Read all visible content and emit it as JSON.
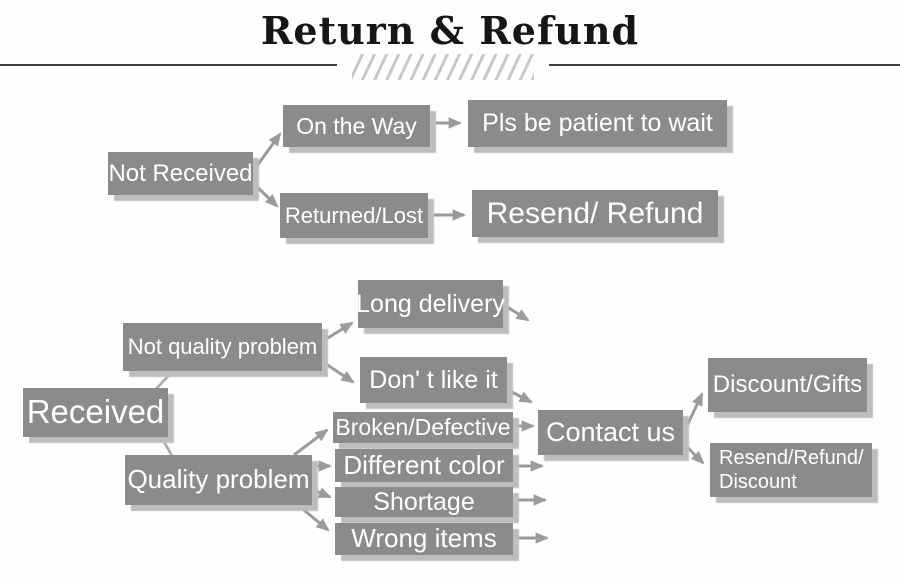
{
  "title": "Return & Refund",
  "colors": {
    "background": "#fefefe",
    "box_fill": "#8b8b8b",
    "box_shadow": "#bdbdbd",
    "box_text": "#ffffff",
    "arrow": "#9b9b9b",
    "title_text": "#161616",
    "rule": "#3f3f3f",
    "hatch": "#c8c8c8"
  },
  "flowchart": {
    "nodes": {
      "not_received": {
        "label": "Not Received"
      },
      "on_the_way": {
        "label": "On the Way"
      },
      "pls_be_patient": {
        "label": "Pls be patient to wait"
      },
      "returned_lost": {
        "label": "Returned/Lost"
      },
      "resend_refund": {
        "label": "Resend/ Refund"
      },
      "received": {
        "label": "Received"
      },
      "not_quality_problem": {
        "label": "Not quality problem"
      },
      "long_delivery": {
        "label": "Long delivery"
      },
      "dont_like_it": {
        "label": "Don' t like it"
      },
      "quality_problem": {
        "label": "Quality problem"
      },
      "broken_defective": {
        "label": "Broken/Defective"
      },
      "different_color": {
        "label": "Different color"
      },
      "shortage": {
        "label": "Shortage"
      },
      "wrong_items": {
        "label": "Wrong items"
      },
      "contact_us": {
        "label": "Contact us"
      },
      "discount_gifts": {
        "label": "Discount/Gifts"
      },
      "resend_refund_discount": {
        "label": "Resend/Refund/\nDiscount"
      }
    },
    "edges": [
      {
        "from": "not_received",
        "to": "on_the_way"
      },
      {
        "from": "not_received",
        "to": "returned_lost"
      },
      {
        "from": "on_the_way",
        "to": "pls_be_patient"
      },
      {
        "from": "returned_lost",
        "to": "resend_refund"
      },
      {
        "from": "received",
        "to": "not_quality_problem"
      },
      {
        "from": "received",
        "to": "quality_problem"
      },
      {
        "from": "not_quality_problem",
        "to": "long_delivery"
      },
      {
        "from": "not_quality_problem",
        "to": "dont_like_it"
      },
      {
        "from": "long_delivery",
        "to": "contact_us"
      },
      {
        "from": "dont_like_it",
        "to": "contact_us"
      },
      {
        "from": "quality_problem",
        "to": "broken_defective"
      },
      {
        "from": "quality_problem",
        "to": "different_color"
      },
      {
        "from": "quality_problem",
        "to": "shortage"
      },
      {
        "from": "quality_problem",
        "to": "wrong_items"
      },
      {
        "from": "broken_defective",
        "to": "contact_us"
      },
      {
        "from": "different_color",
        "to": "contact_us"
      },
      {
        "from": "shortage",
        "to": "contact_us"
      },
      {
        "from": "wrong_items",
        "to": "contact_us"
      },
      {
        "from": "contact_us",
        "to": "discount_gifts"
      },
      {
        "from": "contact_us",
        "to": "resend_refund_discount"
      }
    ]
  }
}
